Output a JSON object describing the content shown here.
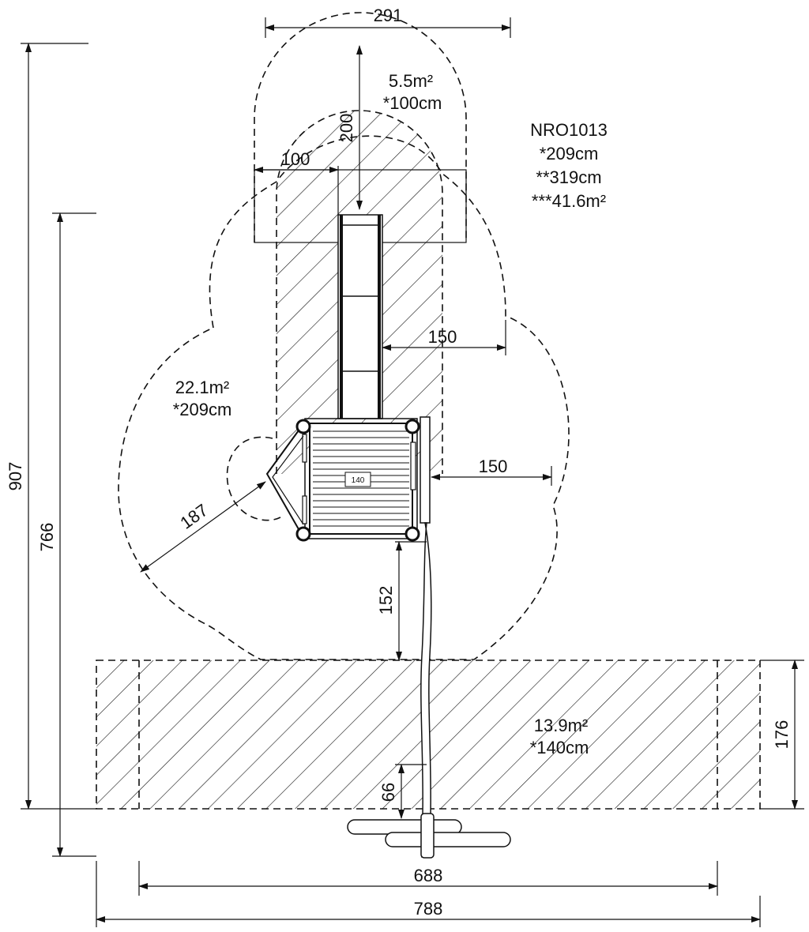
{
  "product": {
    "code": "NRO1013",
    "fall_height": "*209cm",
    "free_height": "**319cm",
    "total_area": "***41.6m²"
  },
  "zones": {
    "top": {
      "area": "5.5m²",
      "fall": "*100cm"
    },
    "left": {
      "area": "22.1m²",
      "fall": "*209cm"
    },
    "bottom": {
      "area": "13.9m²",
      "fall": "*140cm"
    }
  },
  "platform_label": "140",
  "dimensions": {
    "d291": "291",
    "d200": "200",
    "d100": "100",
    "d150_upper": "150",
    "d150_lower": "150",
    "d187": "187",
    "d152": "152",
    "d66": "66",
    "d176": "176",
    "d907": "907",
    "d766": "766",
    "d688": "688",
    "d788": "788"
  }
}
